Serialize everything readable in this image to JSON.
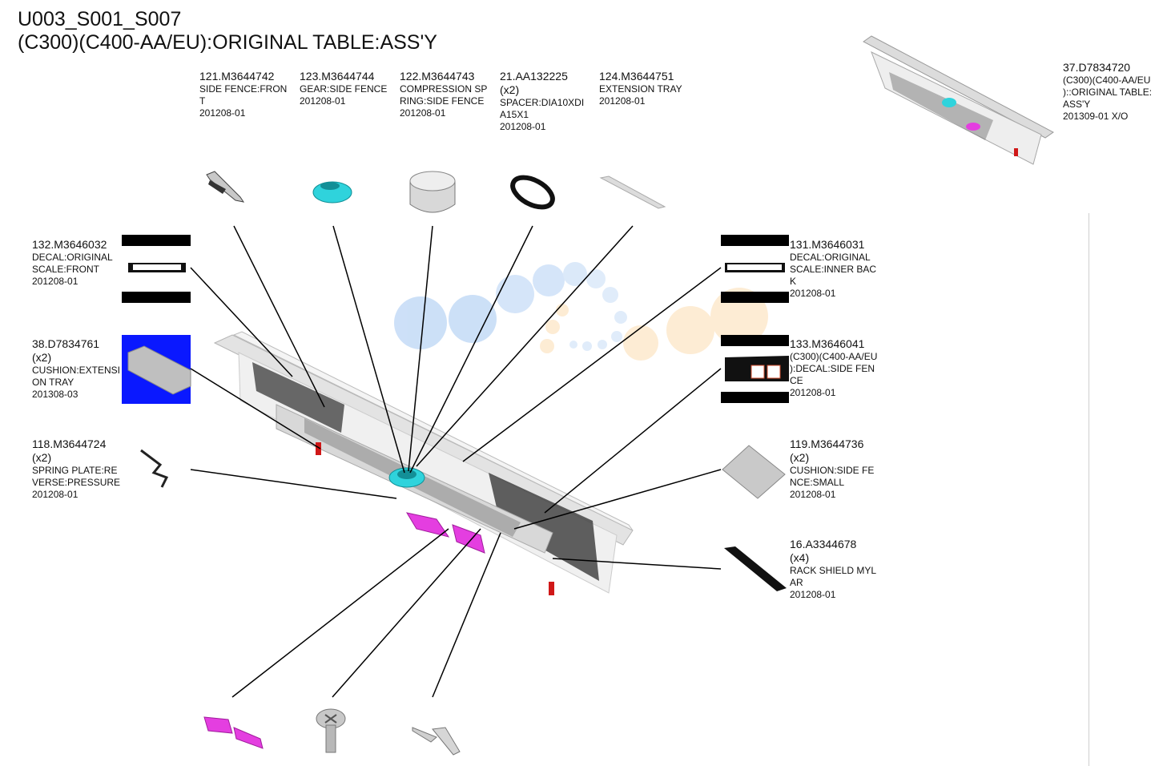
{
  "header": {
    "code": "U003_S001_S007",
    "title": "(C300)(C400-AA/EU):ORIGINAL TABLE:ASS'Y"
  },
  "parts": [
    {
      "id": "p121",
      "number": "121.M3644742",
      "qty": "",
      "name_lines": [
        "SIDE FENCE:FRON",
        "T"
      ],
      "date": "201208-01"
    },
    {
      "id": "p123",
      "number": "123.M3644744",
      "qty": "",
      "name_lines": [
        "GEAR:SIDE FENCE"
      ],
      "date": "201208-01"
    },
    {
      "id": "p122",
      "number": "122.M3644743",
      "qty": "",
      "name_lines": [
        "COMPRESSION SP",
        "RING:SIDE FENCE"
      ],
      "date": "201208-01"
    },
    {
      "id": "p21",
      "number": "21.AA132225",
      "qty": "(x2)",
      "name_lines": [
        "SPACER:DIA10XDI",
        "A15X1"
      ],
      "date": "201208-01"
    },
    {
      "id": "p124",
      "number": "124.M3644751",
      "qty": "",
      "name_lines": [
        "EXTENSION TRAY"
      ],
      "date": "201208-01"
    },
    {
      "id": "p37",
      "number": "37.D7834720",
      "qty": "",
      "name_lines": [
        "(C300)(C400-AA/EU",
        ")::ORIGINAL TABLE:",
        "ASS'Y"
      ],
      "date": "201309-01 X/O"
    },
    {
      "id": "p132",
      "number": "132.M3646032",
      "qty": "",
      "name_lines": [
        "DECAL:ORIGINAL",
        "SCALE:FRONT"
      ],
      "date": "201208-01"
    },
    {
      "id": "p38",
      "number": "38.D7834761",
      "qty": "(x2)",
      "name_lines": [
        "CUSHION:EXTENSI",
        "ON TRAY"
      ],
      "date": "201308-03"
    },
    {
      "id": "p118",
      "number": "118.M3644724",
      "qty": "(x2)",
      "name_lines": [
        "SPRING PLATE:RE",
        "VERSE:PRESSURE"
      ],
      "date": "201208-01"
    },
    {
      "id": "p131",
      "number": "131.M3646031",
      "qty": "",
      "name_lines": [
        "DECAL:ORIGINAL",
        "SCALE:INNER BAC",
        "K"
      ],
      "date": "201208-01"
    },
    {
      "id": "p133",
      "number": "133.M3646041",
      "qty": "",
      "name_lines": [
        "(C300)(C400-AA/EU",
        "):DECAL:SIDE FEN",
        "CE"
      ],
      "date": "201208-01"
    },
    {
      "id": "p119",
      "number": "119.M3644736",
      "qty": "(x2)",
      "name_lines": [
        "CUSHION:SIDE FE",
        "NCE:SMALL"
      ],
      "date": "201208-01"
    },
    {
      "id": "p16",
      "number": "16.A3344678",
      "qty": "(x4)",
      "name_lines": [
        "RACK SHIELD MYL",
        "AR"
      ],
      "date": "201208-01"
    }
  ],
  "colors": {
    "line": "#000000",
    "cyan_part": "#2fd3dc",
    "magenta_part": "#e43ee0",
    "blue_panel": "#0a18ff",
    "watermark_blue": "#bcd6f5",
    "watermark_orange": "#fde6c6",
    "watermark_red": "#e8b2b2"
  },
  "icons": [
    "side-fence-icon",
    "gear-icon",
    "spring-icon",
    "spacer-ring-icon",
    "extension-tray-icon",
    "assembly-thumbnail-icon",
    "decal-front-icon",
    "cushion-icon",
    "spring-plate-icon",
    "decal-inner-back-icon",
    "decal-side-fence-icon",
    "cushion-small-icon",
    "mylar-icon",
    "magenta-gear-icon",
    "screw-icon",
    "bracket-icon"
  ]
}
